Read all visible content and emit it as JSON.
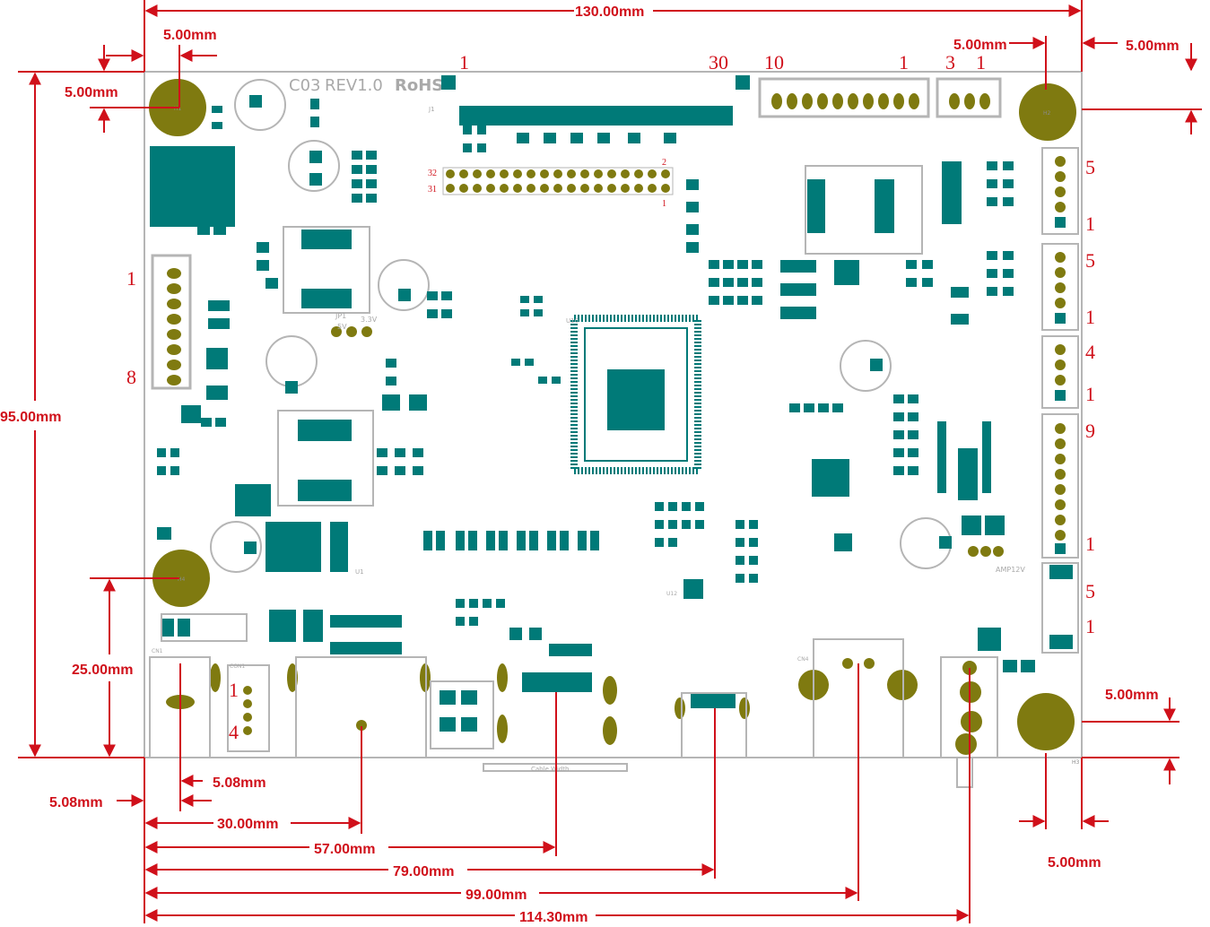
{
  "board": {
    "model_label": "C03",
    "revision_label": "REV1.0",
    "compliance_label": "RoHS"
  },
  "dimensions": {
    "width": "130.00mm",
    "height": "95.00mm",
    "hole_offset_top": "5.00mm",
    "hole_offset_left": "5.00mm",
    "hole_offset_right_top": "5.00mm",
    "hole_offset_right_edge": "5.00mm",
    "hole4_height": "25.00mm",
    "hole3_height": "5.00mm",
    "hole3_right": "5.00mm",
    "cn1_offset_a": "5.08mm",
    "cn1_offset_b": "5.08mm",
    "x_30": "30.00mm",
    "x_57": "57.00mm",
    "x_79": "79.00mm",
    "x_99": "99.00mm",
    "x_114": "114.30mm"
  },
  "pin_labels": {
    "j1_left": "1",
    "j1_right": "30",
    "j1_row2_a": "32",
    "j1_row2_b": "31",
    "j1_row2_c": "2",
    "j1_row2_d": "1",
    "conn10_left": "10",
    "conn10_right": "1",
    "conn3_left": "3",
    "conn3_right": "1",
    "left_conn_top": "1",
    "left_conn_bottom": "8",
    "right_a_top": "5",
    "right_a_bottom": "1",
    "right_b_top": "5",
    "right_b_bottom": "1",
    "right_c_top": "4",
    "right_c_bottom": "1",
    "right_d_top": "9",
    "right_d_bottom": "1",
    "right_e_top": "5",
    "right_e_bottom": "1",
    "cn1_top": "1",
    "cn1_bottom": "4"
  },
  "holes": {
    "h1": "H1",
    "h2": "H2",
    "h3": "H3",
    "h4": "H4"
  },
  "silk_labels": {
    "cable_width": "Cable Width",
    "jp1": "JP1",
    "v33": "3.3V",
    "v5": "5V",
    "amp12v": "AMP12V",
    "cn1": "CN1",
    "con1": "CON1",
    "cn4": "CN4",
    "j1": "J1",
    "u1": "U1",
    "u10": "U10",
    "u12": "U12"
  },
  "colors": {
    "dimension": "#d0101a",
    "pad": "#007a78",
    "mount_hole": "#7f7a10",
    "outline": "#b5b5b5"
  }
}
